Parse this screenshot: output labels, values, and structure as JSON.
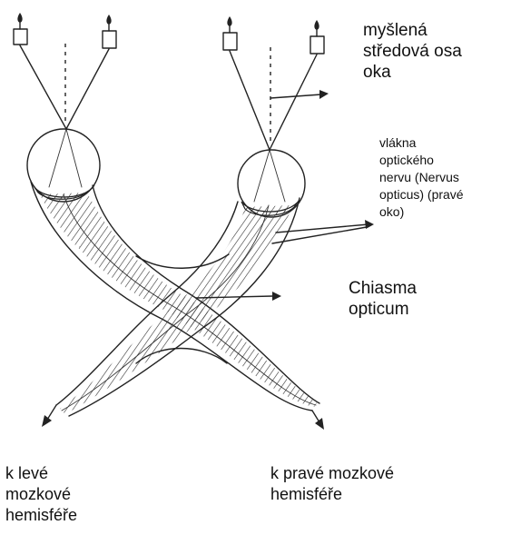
{
  "labels": {
    "axis": "myšlená\nstředová osa\noka",
    "nerve": "vlákna\noptického\nnervu (Nervus\nopticus) (pravé\noko)",
    "chiasma": "Chiasma\nopticum",
    "left_hemisphere": "k levé\nmozkové\nhemisféře",
    "right_hemisphere": "k pravé mozkové\nhemisféře"
  },
  "icons": [
    "candle-icon",
    "arrow-icon"
  ]
}
